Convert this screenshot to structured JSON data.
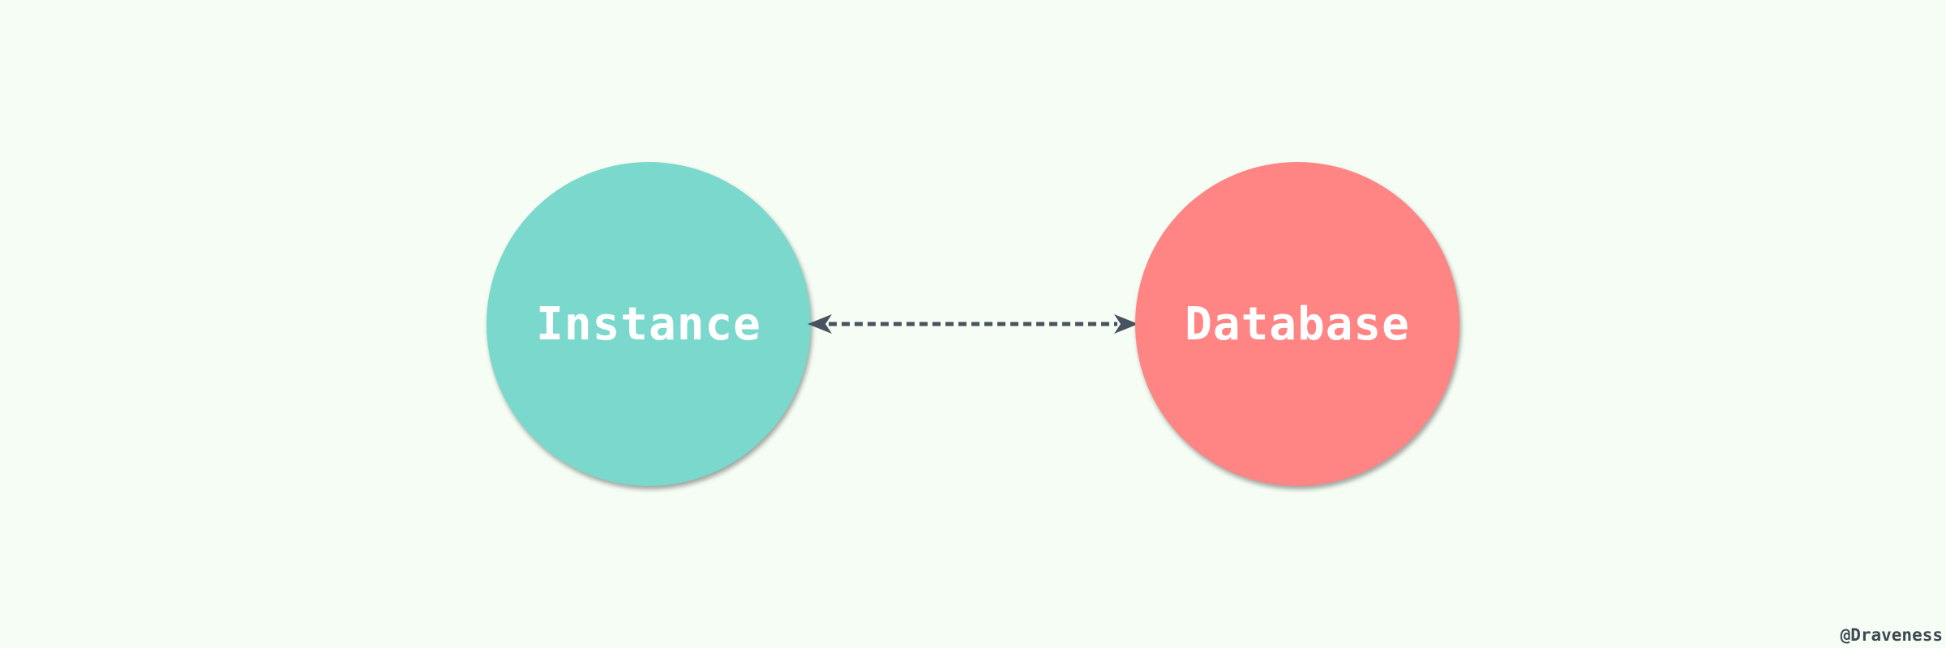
{
  "diagram": {
    "nodes": [
      {
        "id": "instance",
        "label": "Instance",
        "color": "#7AD8CD"
      },
      {
        "id": "database",
        "label": "Database",
        "color": "#FF8484"
      }
    ],
    "edges": [
      {
        "from": "instance",
        "to": "database",
        "style": "dashed",
        "direction": "bidirectional",
        "color": "#47535F"
      }
    ]
  },
  "credit": "@Draveness",
  "colors": {
    "background": "#F5FDF4",
    "label_text": "#FFFFFF",
    "credit_text": "#3D4852"
  }
}
